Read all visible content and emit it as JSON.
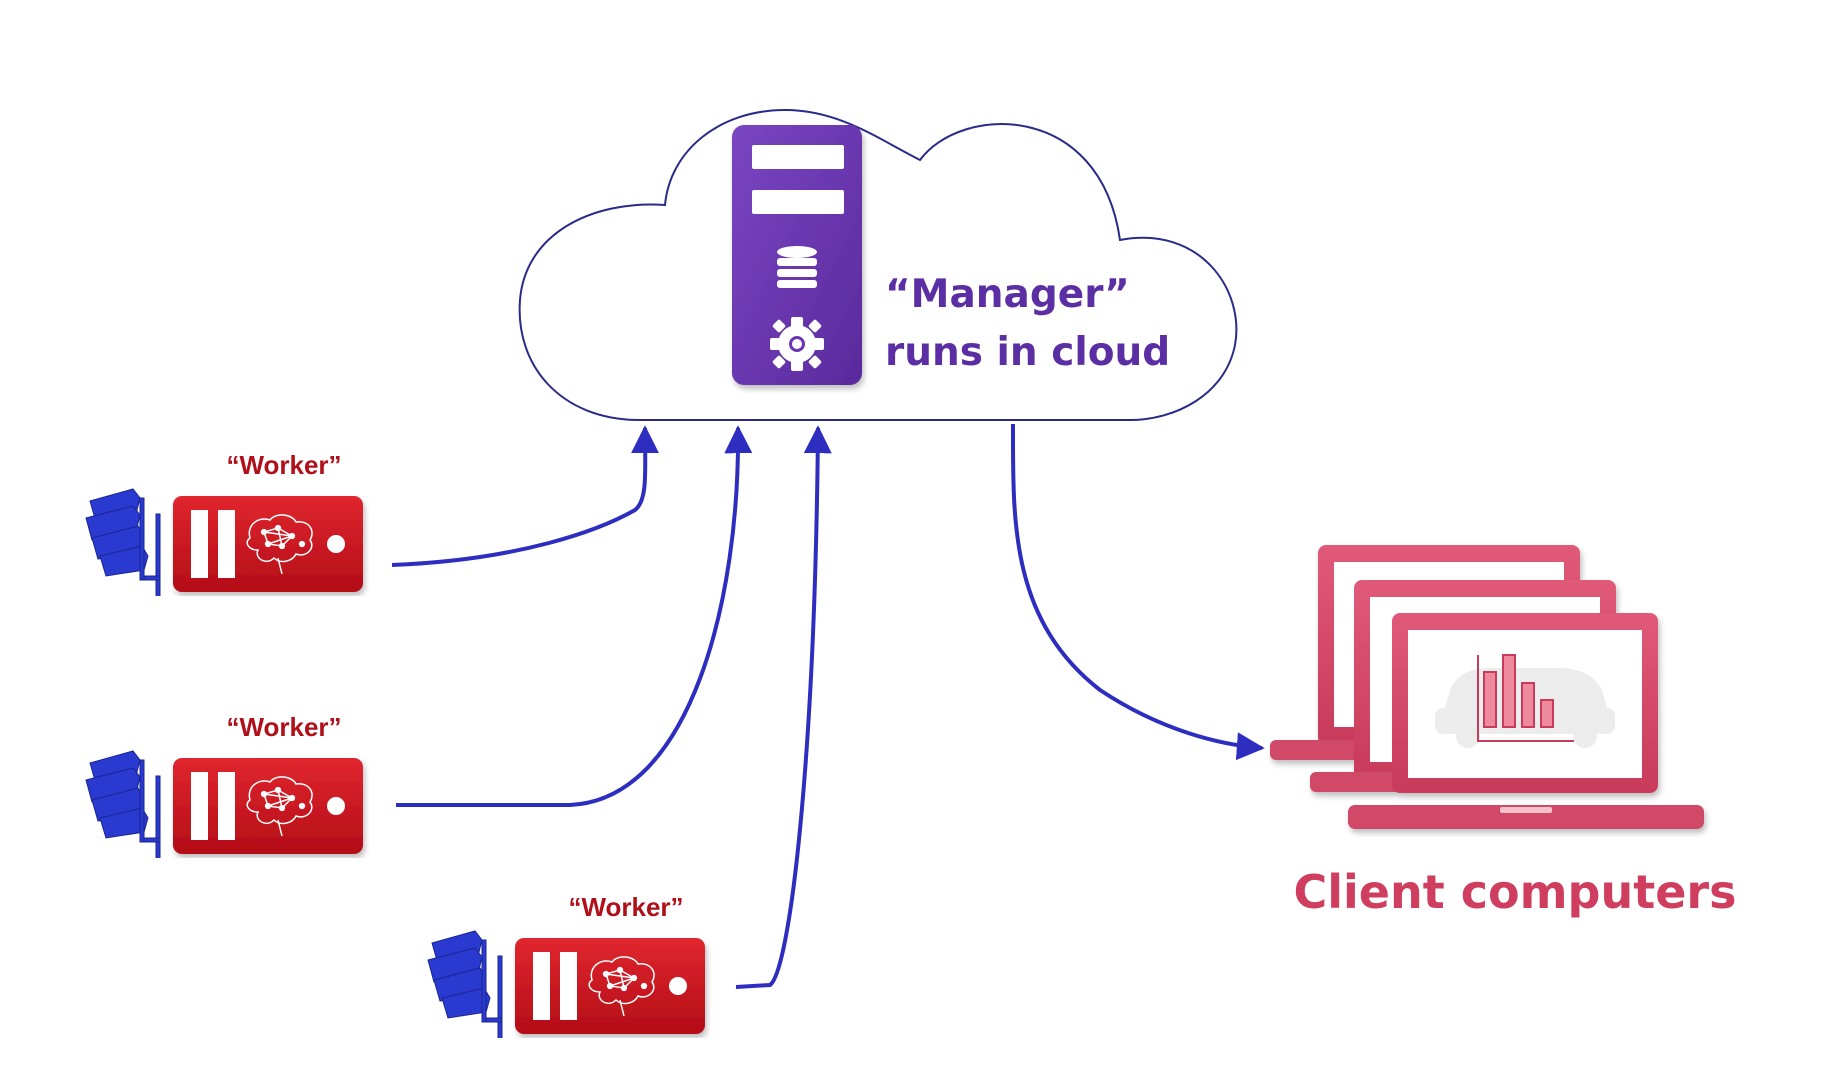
{
  "manager": {
    "title": "“Manager”",
    "subtitle": "runs in cloud",
    "server_icons": [
      "database-icon",
      "gear-icon"
    ]
  },
  "workers": [
    {
      "label": "“Worker”",
      "icons": [
        "camera-stack-icon",
        "worker-device-icon",
        "neural-brain-icon"
      ]
    },
    {
      "label": "“Worker”",
      "icons": [
        "camera-stack-icon",
        "worker-device-icon",
        "neural-brain-icon"
      ]
    },
    {
      "label": "“Worker”",
      "icons": [
        "camera-stack-icon",
        "worker-device-icon",
        "neural-brain-icon"
      ]
    }
  ],
  "clients": {
    "label": "Client computers",
    "icons": [
      "laptop-icon",
      "bar-chart-icon",
      "car-icon"
    ]
  },
  "colors": {
    "cloud_outline": "#2a2a8a",
    "connector": "#2d2dbf",
    "manager": "#6a35b0",
    "worker": "#c81420",
    "worker_label": "#b0101a",
    "client": "#d04866",
    "camera": "#2a3ad0"
  }
}
